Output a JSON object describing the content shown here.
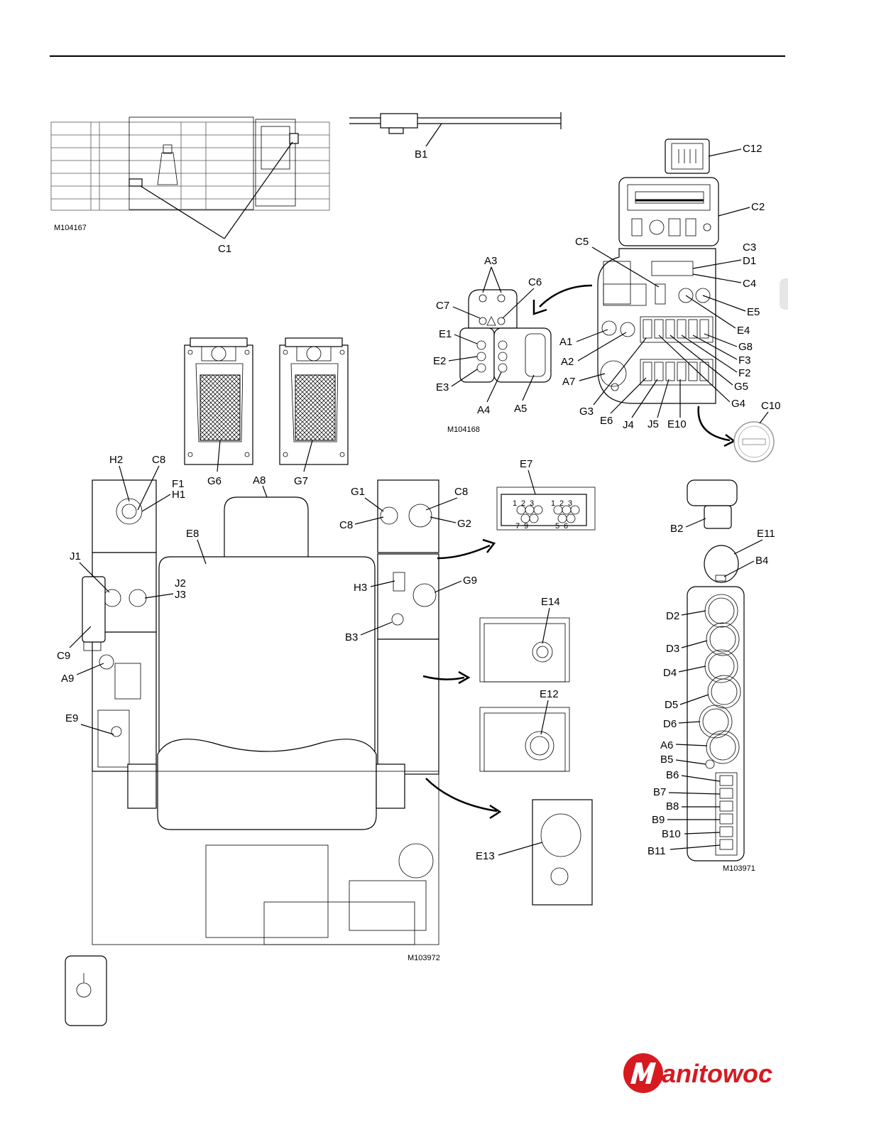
{
  "figure_codes": {
    "top_left": "M104167",
    "panel_detail": "M104168",
    "seat_console": "M103972",
    "gauge_panel": "M103971"
  },
  "callouts": {
    "C1": "C1",
    "B1": "B1",
    "C12": "C12",
    "C2": "C2",
    "C3": "C3",
    "D1": "D1",
    "C4": "C4",
    "C5": "C5",
    "E5": "E5",
    "E4": "E4",
    "G8": "G8",
    "F3": "F3",
    "F2": "F2",
    "G5": "G5",
    "G4": "G4",
    "A1": "A1",
    "A2": "A2",
    "A7": "A7",
    "G3": "G3",
    "E6": "E6",
    "J4": "J4",
    "J5": "J5",
    "E10": "E10",
    "C10": "C10",
    "A3": "A3",
    "C6": "C6",
    "C7": "C7",
    "E1": "E1",
    "E2": "E2",
    "E3": "E3",
    "A4": "A4",
    "A5": "A5",
    "G6": "G6",
    "G7": "G7",
    "A8": "A8",
    "H2": "H2",
    "C8a": "C8",
    "F1": "F1",
    "H1": "H1",
    "E8": "E8",
    "J1": "J1",
    "J2": "J2",
    "J3": "J3",
    "C9": "C9",
    "A9": "A9",
    "E9": "E9",
    "G1": "G1",
    "C8b": "C8",
    "C8c": "C8",
    "G2": "G2",
    "H3": "H3",
    "G9": "G9",
    "B3": "B3",
    "E7": "E7",
    "E14": "E14",
    "E12": "E12",
    "E13": "E13",
    "B2": "B2",
    "E11": "E11",
    "B4": "B4",
    "D2": "D2",
    "D3": "D3",
    "D4": "D4",
    "D5": "D5",
    "D6": "D6",
    "A6": "A6",
    "B5": "B5",
    "B6": "B6",
    "B7": "B7",
    "B8": "B8",
    "B9": "B9",
    "B10": "B10",
    "B11": "B11"
  },
  "e7_numbers": [
    "1",
    "2",
    "3",
    "7",
    "9",
    "1",
    "2",
    "3",
    "5",
    "6"
  ],
  "brand": {
    "name": "Manitowoc",
    "color": "#d71920"
  }
}
